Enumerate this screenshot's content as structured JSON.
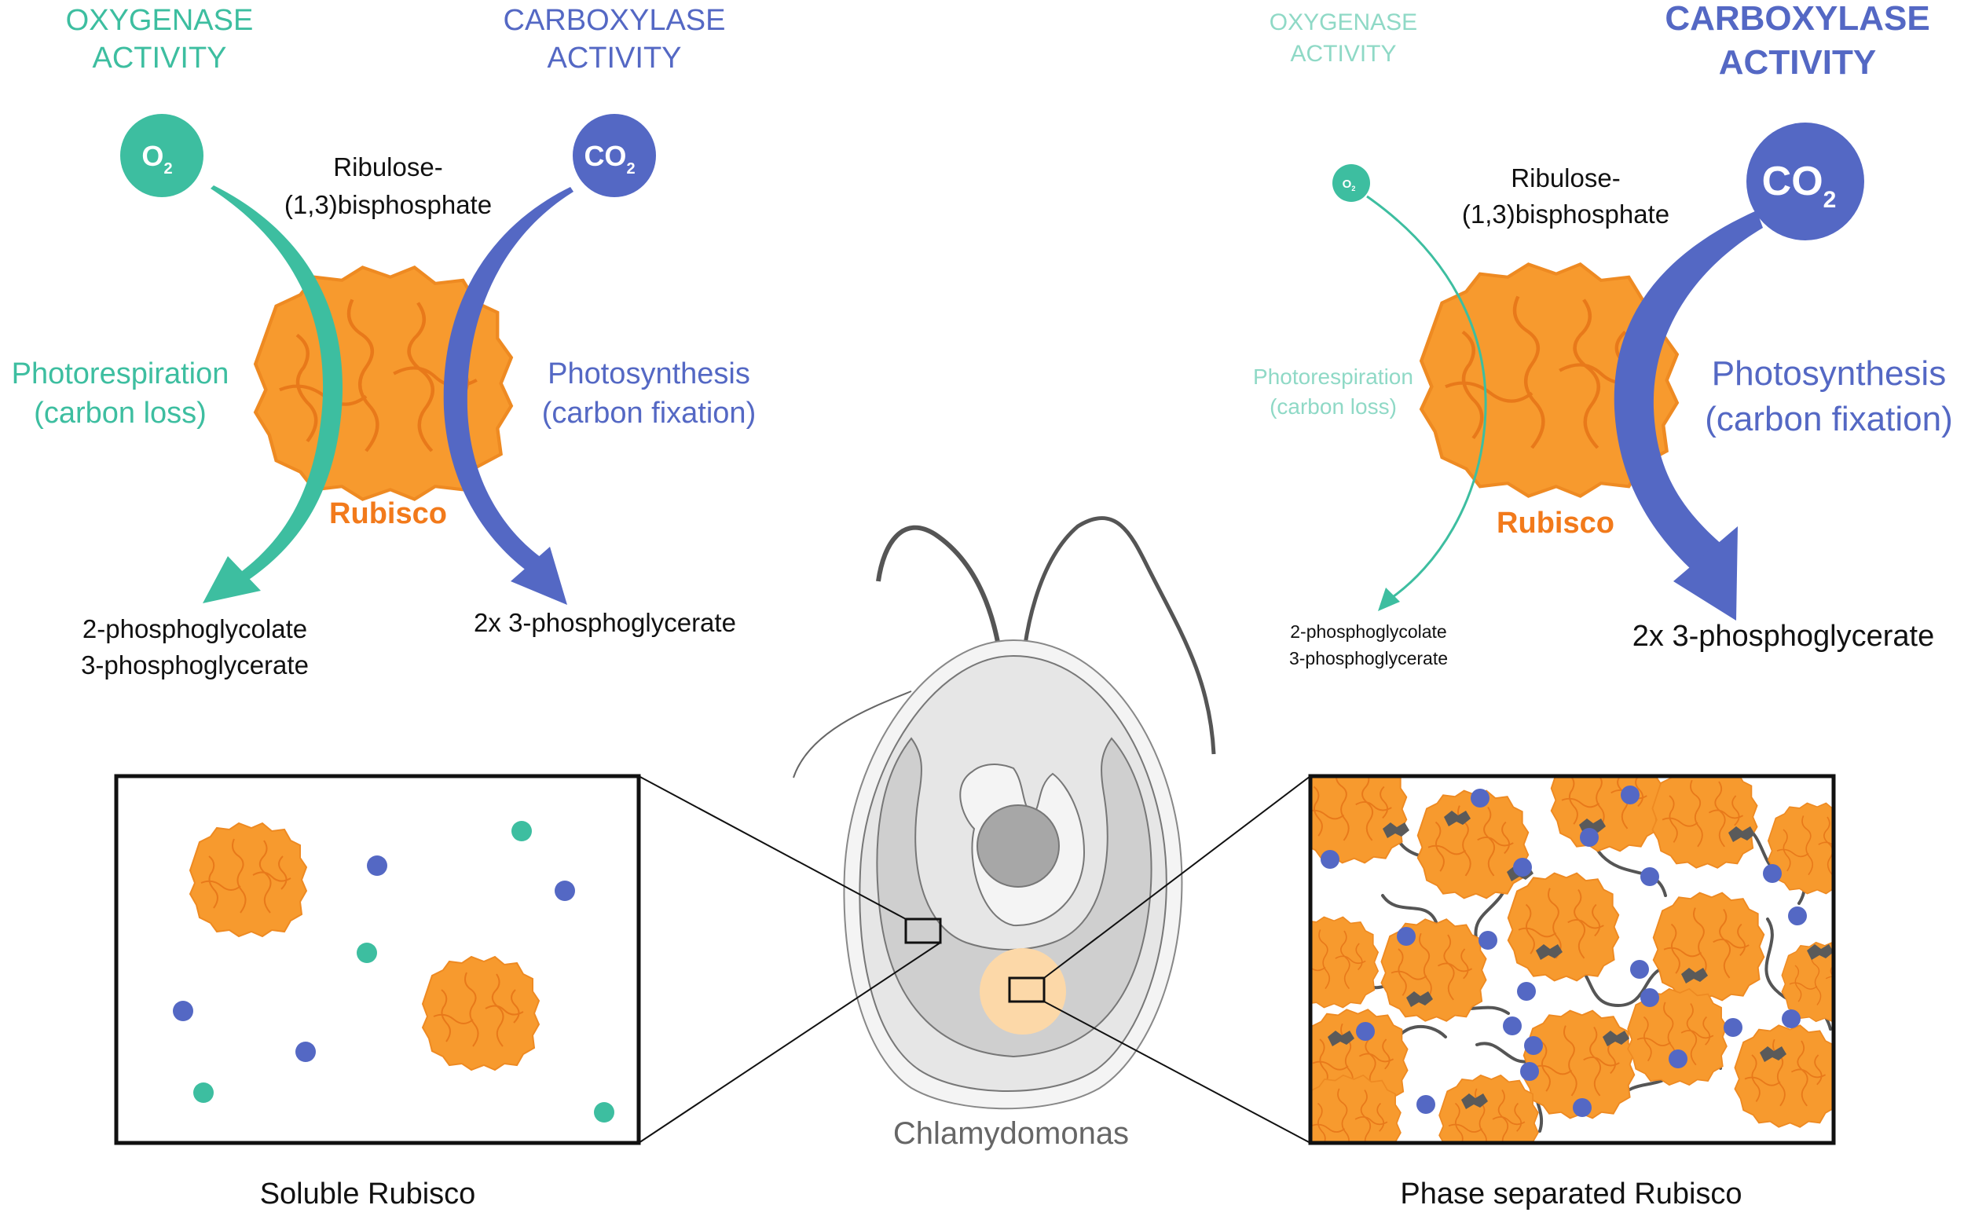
{
  "colors": {
    "oxygen": "#3dbea0",
    "oxygen_light": "#8fd9c6",
    "carbon": "#5468c4",
    "rubisco": "#f79a2e",
    "rubisco_dark": "#e8791a",
    "rubisco_label": "#f27a1b",
    "linker": "#5a5a5a",
    "cell_outline": "#666666",
    "cell_fill": "#e8e8e8",
    "pyrenoid": "#fcd8a8"
  },
  "left_panel": {
    "oxygenase_line1": "OXYGENASE",
    "oxygenase_line2": "ACTIVITY",
    "carboxylase_line1": "CARBOXYLASE",
    "carboxylase_line2": "ACTIVITY",
    "o2_main": "O",
    "o2_sub": "2",
    "co2_main": "CO",
    "co2_sub": "2",
    "substrate_line1": "Ribulose-",
    "substrate_line2": "(1,3)bisphosphate",
    "photorespiration_line1": "Photorespiration",
    "photorespiration_line2": "(carbon loss)",
    "photosynthesis_line1": "Photosynthesis",
    "photosynthesis_line2": "(carbon fixation)",
    "rubisco": "Rubisco",
    "product_o_line1": "2-phosphoglycolate",
    "product_o_line2": "3-phosphoglycerate",
    "product_c": "2x 3-phosphoglycerate"
  },
  "right_panel": {
    "oxygenase_line1": "OXYGENASE",
    "oxygenase_line2": "ACTIVITY",
    "carboxylase_line1": "CARBOXYLASE",
    "carboxylase_line2": "ACTIVITY",
    "o2_main": "O",
    "o2_sub": "2",
    "co2_main": "CO",
    "co2_sub": "2",
    "substrate_line1": "Ribulose-",
    "substrate_line2": "(1,3)bisphosphate",
    "photorespiration_line1": "Photorespiration",
    "photorespiration_line2": "(carbon loss)",
    "photosynthesis_line1": "Photosynthesis",
    "photosynthesis_line2": "(carbon fixation)",
    "rubisco": "Rubisco",
    "product_o_line1": "2-phosphoglycolate",
    "product_o_line2": "3-phosphoglycerate",
    "product_c": "2x 3-phosphoglycerate"
  },
  "cell_label": "Chlamydomonas",
  "soluble_caption": "Soluble Rubisco",
  "phase_caption": "Phase separated Rubisco"
}
